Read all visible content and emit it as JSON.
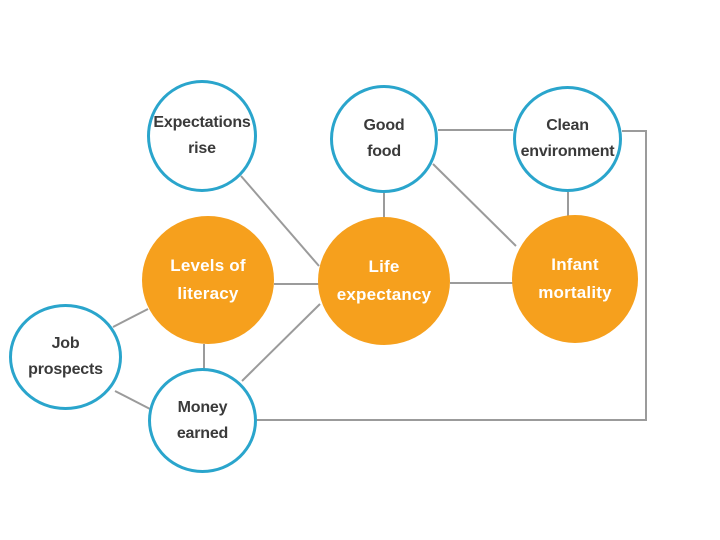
{
  "diagram": {
    "description": "Concept web linking social factors to health outcomes",
    "colors": {
      "background": "#ffffff",
      "outline_accent": "#2aa5cc",
      "fill_accent": "#f6a01d",
      "connector": "#9b9b9b",
      "text_dark": "#3a3a3a",
      "text_light": "#ffffff"
    },
    "nodes": [
      {
        "id": "expectations-rise",
        "style": "outlined",
        "label": "Expectations rise",
        "lines": [
          "Expectations",
          "rise"
        ]
      },
      {
        "id": "good-food",
        "style": "outlined",
        "label": "Good food",
        "lines": [
          "Good",
          "food"
        ]
      },
      {
        "id": "clean-environment",
        "style": "outlined",
        "label": "Clean environment",
        "lines": [
          "Clean",
          "environment"
        ]
      },
      {
        "id": "levels-of-literacy",
        "style": "filled",
        "label": "Levels of literacy",
        "lines": [
          "Levels of",
          "literacy"
        ]
      },
      {
        "id": "life-expectancy",
        "style": "filled",
        "label": "Life expectancy",
        "lines": [
          "Life",
          "expectancy"
        ]
      },
      {
        "id": "infant-mortality",
        "style": "filled",
        "label": "Infant mortality",
        "lines": [
          "Infant",
          "mortality"
        ]
      },
      {
        "id": "job-prospects",
        "style": "outlined",
        "label": "Job prospects",
        "lines": [
          "Job",
          "prospects"
        ]
      },
      {
        "id": "money-earned",
        "style": "outlined",
        "label": "Money earned",
        "lines": [
          "Money",
          "earned"
        ]
      }
    ],
    "edges": [
      {
        "from": "expectations-rise",
        "to": "life-expectancy"
      },
      {
        "from": "good-food",
        "to": "life-expectancy"
      },
      {
        "from": "good-food",
        "to": "clean-environment"
      },
      {
        "from": "good-food",
        "to": "infant-mortality"
      },
      {
        "from": "clean-environment",
        "to": "infant-mortality"
      },
      {
        "from": "clean-environment",
        "to": "money-earned"
      },
      {
        "from": "levels-of-literacy",
        "to": "life-expectancy"
      },
      {
        "from": "life-expectancy",
        "to": "infant-mortality"
      },
      {
        "from": "job-prospects",
        "to": "levels-of-literacy"
      },
      {
        "from": "job-prospects",
        "to": "money-earned"
      },
      {
        "from": "levels-of-literacy",
        "to": "money-earned"
      },
      {
        "from": "money-earned",
        "to": "life-expectancy"
      }
    ]
  }
}
